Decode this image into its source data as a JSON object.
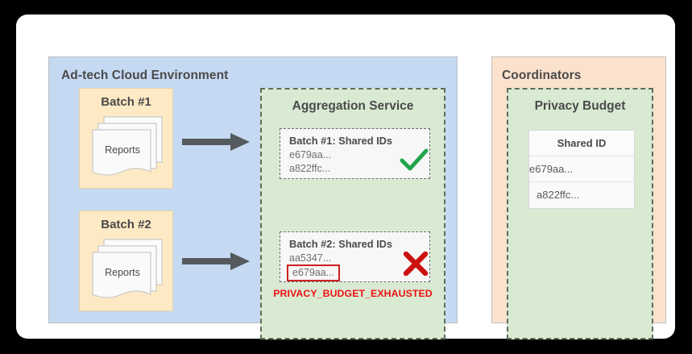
{
  "diagram": {
    "adtech": {
      "title": "Ad-tech Cloud Environment",
      "bg_color": "#c5d9f2",
      "batches": [
        {
          "label": "Batch #1",
          "reports_label": "Reports"
        },
        {
          "label": "Batch #2",
          "reports_label": "Reports"
        }
      ],
      "aggregation": {
        "title": "Aggregation Service",
        "bg_color": "#d9ead3",
        "cards": [
          {
            "heading": "Batch #1: Shared IDs",
            "ids": [
              "e679aa...",
              "a822ffc..."
            ],
            "flagged_id": null,
            "status_icon": "check-icon",
            "status_color": "#22a44b"
          },
          {
            "heading": "Batch #2: Shared IDs",
            "ids": [
              "aa5347..."
            ],
            "flagged_id": "e679aa...",
            "status_icon": "x-icon",
            "status_color": "#cc1111"
          }
        ],
        "error_text": "PRIVACY_BUDGET_EXHAUSTED",
        "error_color": "#ee1111"
      }
    },
    "coordinators": {
      "title": "Coordinators",
      "bg_color": "#fbe2cd",
      "privacy_budget": {
        "title": "Privacy Budget",
        "bg_color": "#d9ead3",
        "table": {
          "header": "Shared ID",
          "rows": [
            "e679aa...",
            "a822ffc..."
          ],
          "highlighted_row": "e679aa...",
          "highlight_color": "#cc1f1f"
        }
      }
    },
    "arrows": [
      {
        "name": "arrow-batch1-to-aggregation",
        "color": "#555a5e"
      },
      {
        "name": "arrow-batch2-to-aggregation",
        "color": "#555a5e"
      }
    ]
  }
}
